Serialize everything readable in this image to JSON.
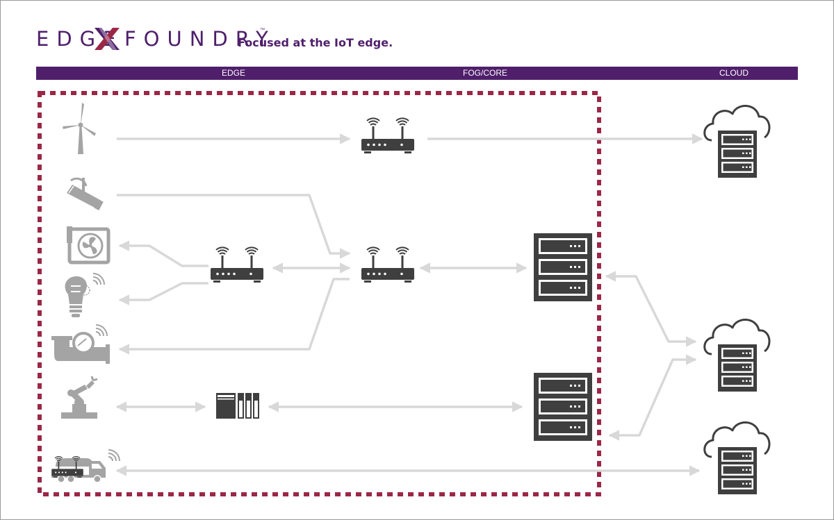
{
  "logo": {
    "text_left": "EDGE",
    "text_right": "FOUNDRY",
    "trademark": "™"
  },
  "tagline": "Focused at the IoT edge.",
  "band": {
    "labels": [
      "EDGE",
      "FOG/CORE",
      "CLOUD"
    ],
    "color": "#4f1f6b"
  },
  "colors": {
    "dashed_border": "#9b2747",
    "arrow": "#d8d8d8",
    "device_gray": "#a4a4a4",
    "infra_dark": "#3f3f3f"
  },
  "devices": [
    {
      "name": "wind-turbine-icon"
    },
    {
      "name": "security-camera-icon"
    },
    {
      "name": "hvac-fan-icon"
    },
    {
      "name": "smart-bulb-icon"
    },
    {
      "name": "pipe-meter-icon"
    },
    {
      "name": "robot-arm-icon"
    },
    {
      "name": "tanker-truck-icon"
    }
  ],
  "infrastructure": [
    {
      "name": "router-icon"
    },
    {
      "name": "plc-controller-icon"
    },
    {
      "name": "server-rack-icon"
    },
    {
      "name": "cloud-server-icon"
    }
  ]
}
